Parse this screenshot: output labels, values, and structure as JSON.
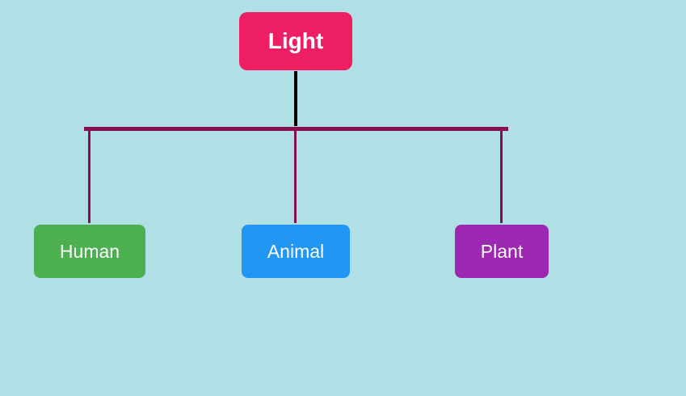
{
  "colors": {
    "background": "#b0dfe5",
    "root": "#ee1e63",
    "human": "#4caf50",
    "animal": "#2196f3",
    "plant": "#9c27b0",
    "trunk_line": "#000000",
    "branch_line": "#880e4f"
  },
  "root": {
    "label": "Light"
  },
  "children": [
    {
      "label": "Human"
    },
    {
      "label": "Animal"
    },
    {
      "label": "Plant"
    }
  ]
}
